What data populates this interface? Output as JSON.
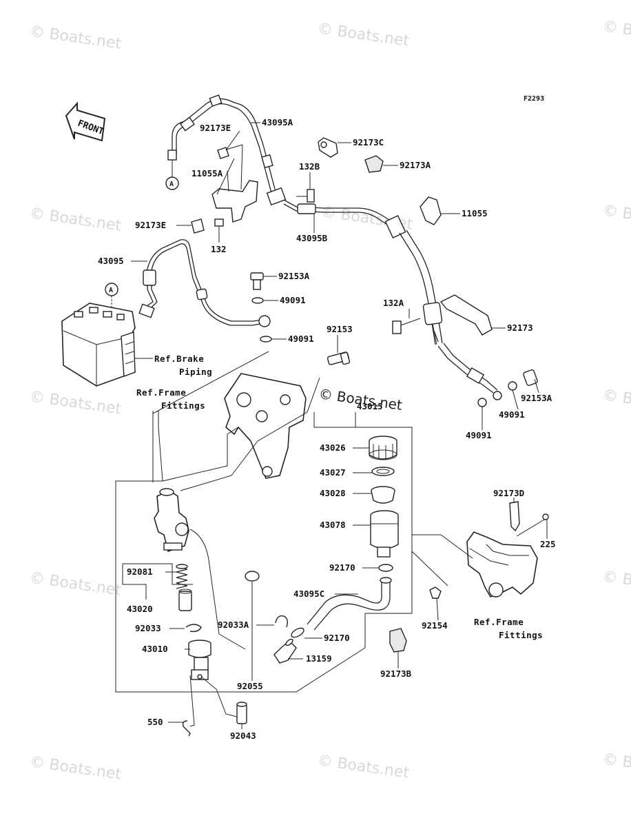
{
  "figure_code": "F2293",
  "front_label": "FRONT",
  "watermarks": [
    "© Boats.net",
    "© Boats.net",
    "© Boats.net",
    "© Boats.net",
    "© Boats.net",
    "© Boats.net",
    "© Boats.net",
    "© Boats.net",
    "© Boats.net",
    "© Boats.net",
    "© Boats.net",
    "© Boats.net",
    "© Boats.net"
  ],
  "center_watermark": "© Boats.net",
  "connector_a": "A",
  "ref_labels": {
    "brake_piping_1": "Ref.Brake",
    "brake_piping_2": "Piping",
    "frame_fittings_left_1": "Ref.Frame",
    "frame_fittings_left_2": "Fittings",
    "frame_fittings_right_1": "Ref.Frame",
    "frame_fittings_right_2": "Fittings"
  },
  "parts": {
    "p92173E_top": "92173E",
    "p43095A": "43095A",
    "p92173C": "92173C",
    "p92173A": "92173A",
    "p11055A": "11055A",
    "p132B": "132B",
    "p11055": "11055",
    "p92173E_low": "92173E",
    "p132": "132",
    "p43095B": "43095B",
    "p43095": "43095",
    "p92153A_top": "92153A",
    "p49091_a": "49091",
    "p132A": "132A",
    "p92173": "92173",
    "p49091_b": "49091",
    "p92153": "92153",
    "p92153A_right": "92153A",
    "p49091_c": "49091",
    "p49091_d": "49091",
    "p43015": "43015",
    "p43026": "43026",
    "p43027": "43027",
    "p43028": "43028",
    "p43078": "43078",
    "p92173D": "92173D",
    "p225": "225",
    "p92081": "92081",
    "p92170_a": "92170",
    "p43020": "43020",
    "p43095C": "43095C",
    "p92154": "92154",
    "p92033": "92033",
    "p92033A": "92033A",
    "p92170_b": "92170",
    "p43010": "43010",
    "p13159": "13159",
    "p92173B": "92173B",
    "p92055": "92055",
    "p550": "550",
    "p92043": "92043"
  }
}
